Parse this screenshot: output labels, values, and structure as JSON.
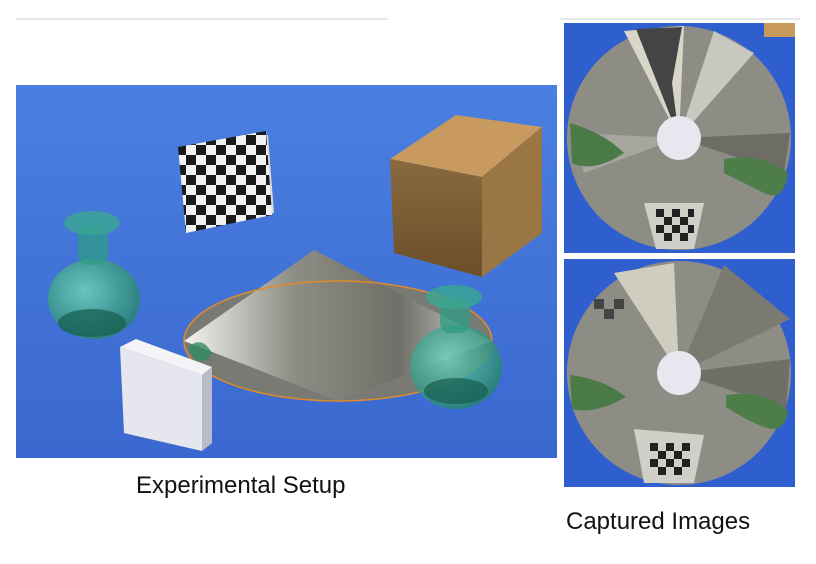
{
  "captions": {
    "setup": "Experimental Setup",
    "captured": "Captured Images"
  },
  "colors": {
    "floor_blue": "#3f6fd6",
    "glass_green": "#2fa08a",
    "cone_silver": "#a9a9a2",
    "wood": "#b88a52",
    "ellipse_orange": "#e08a2a"
  },
  "objects": [
    "checkerboard",
    "wooden-cube",
    "glass-vase-left",
    "glass-vase-right",
    "mirror-cone",
    "white-block"
  ]
}
